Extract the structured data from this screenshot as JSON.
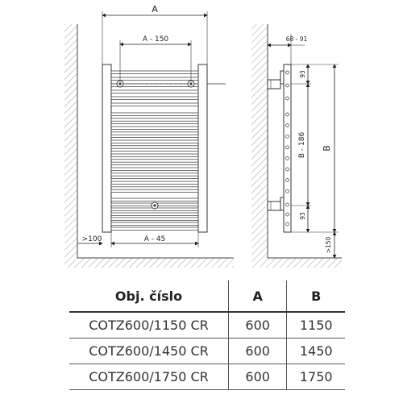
{
  "front_view": {
    "dim_overall_width": "A",
    "dim_upper_holes": "A - 150",
    "dim_lower_brackets": "A - 45",
    "dim_wall_gap": ">100"
  },
  "side_view": {
    "dim_depth": "68 - 91",
    "dim_top_offset": "93",
    "dim_bracket_spacing": "B - 186",
    "dim_bottom_offset": "93",
    "dim_overall_height": "B",
    "dim_floor_gap": ">150"
  },
  "table": {
    "headers": [
      "Obj. číslo",
      "A",
      "B"
    ],
    "rows": [
      [
        "COTZ600/1150 CR",
        "600",
        "1150"
      ],
      [
        "COTZ600/1450 CR",
        "600",
        "1450"
      ],
      [
        "COTZ600/1750 CR",
        "600",
        "1750"
      ]
    ]
  }
}
